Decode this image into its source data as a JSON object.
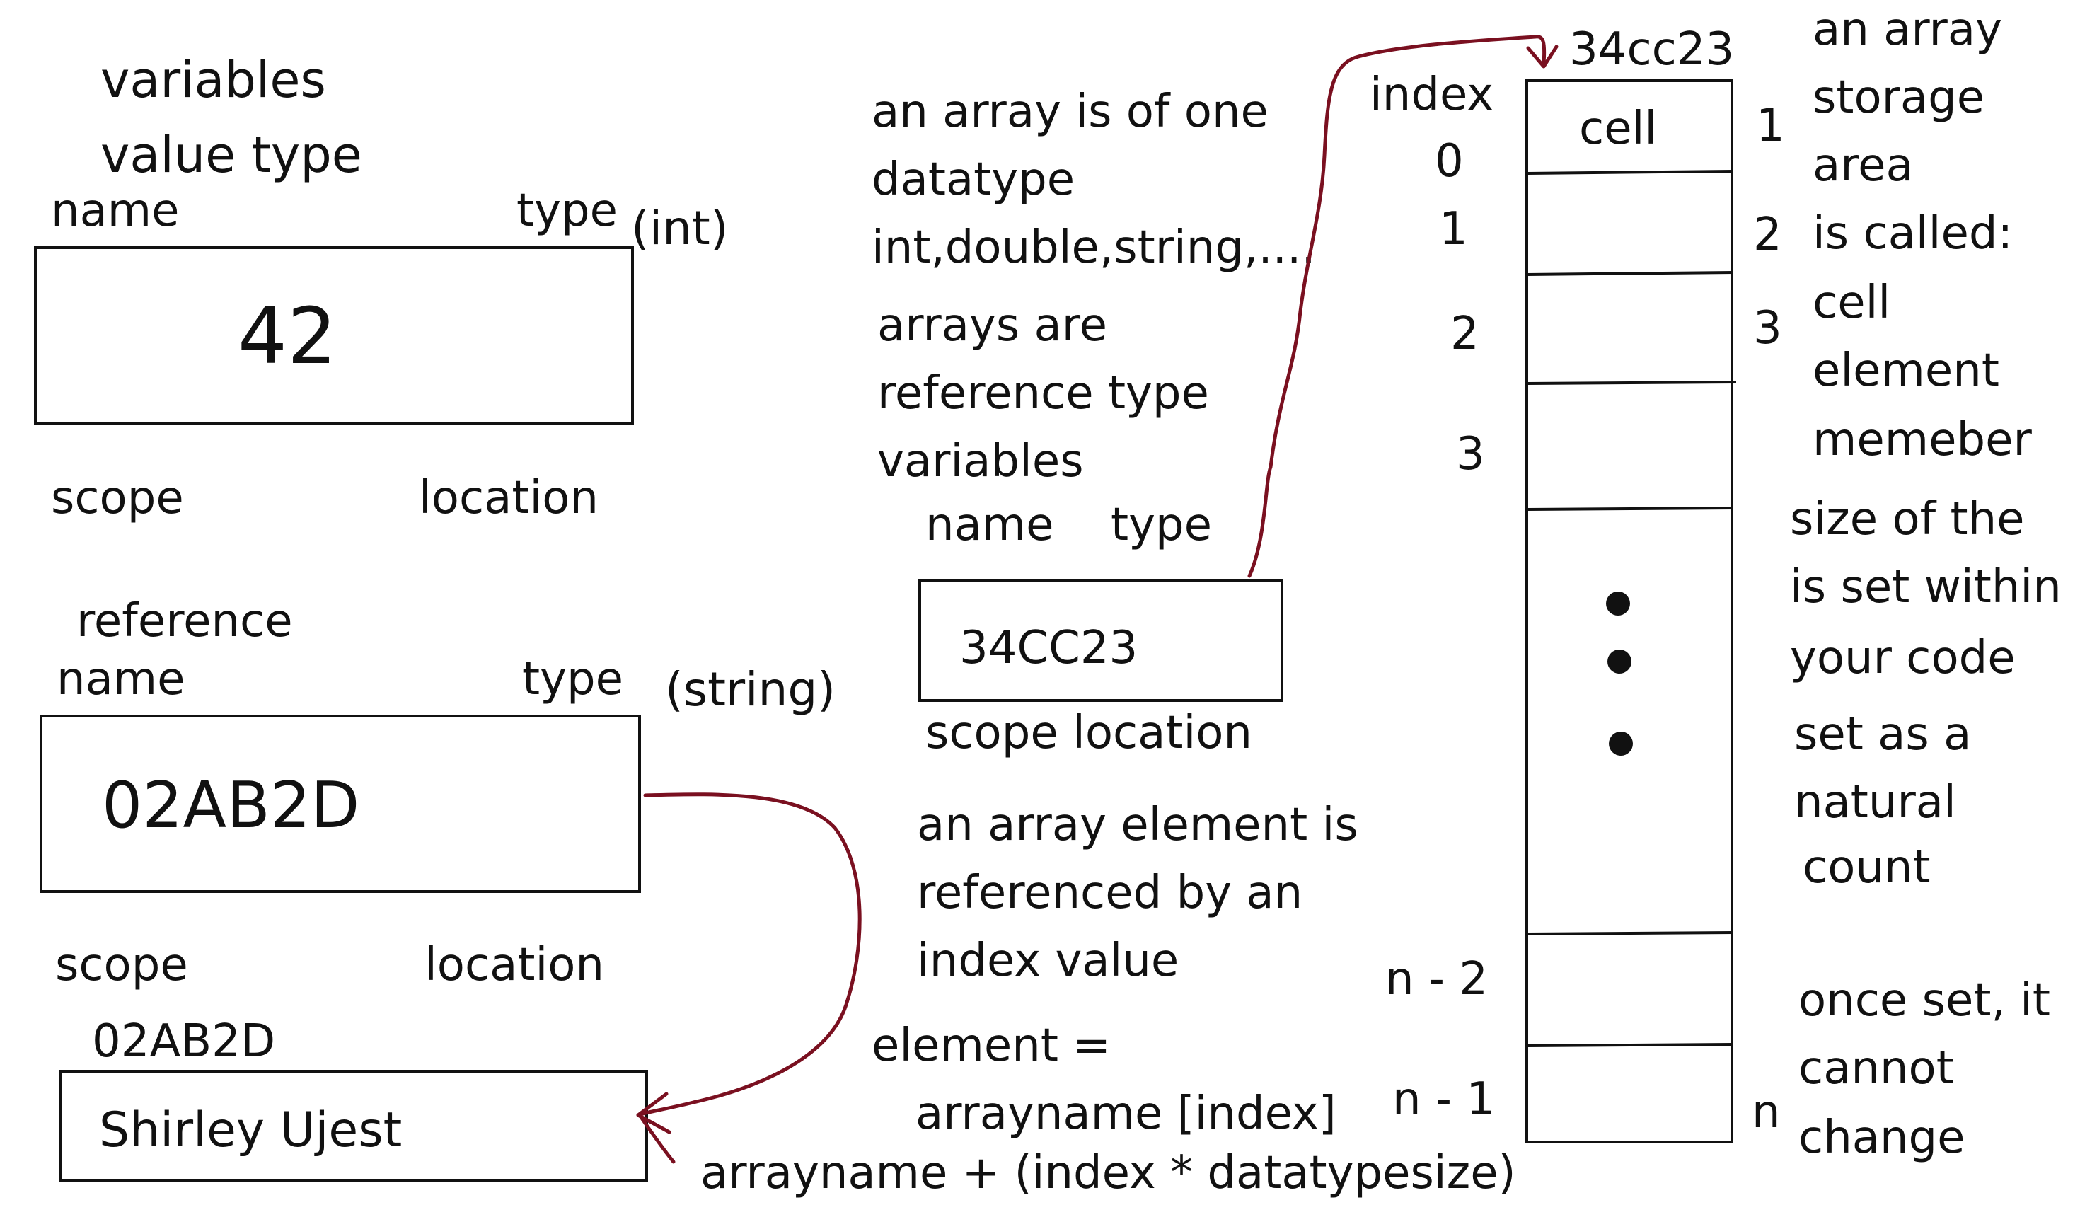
{
  "value_var": {
    "title_line1": "variables",
    "title_line2": "value type",
    "name_label": "name",
    "type_label": "type",
    "type_hint": "(int)",
    "value": "42",
    "scope_label": "scope",
    "location_label": "location"
  },
  "ref_var": {
    "title": "reference",
    "name_label": "name",
    "type_label": "type",
    "type_hint": "(string)",
    "value": "02AB2D",
    "scope_label": "scope",
    "location_label": "location",
    "heap_address": "02AB2D",
    "heap_value": "Shirley Ujest"
  },
  "array_notes": {
    "line1": "an array is of one",
    "line2": "datatype",
    "line3": "int,double,string,....",
    "line4": "arrays are",
    "line5": "reference type",
    "line6": "variables"
  },
  "array_var": {
    "name_label": "name",
    "type_label": "type",
    "value": "34CC23",
    "scope_location_label": "scope location"
  },
  "element_notes": {
    "line1": "an array element is",
    "line2": "referenced by an",
    "line3": "index value",
    "formula1": "element =",
    "formula2": "arrayname [index]",
    "formula3": "arrayname + (index * datatypesize)"
  },
  "array_storage": {
    "address": "34cc23",
    "index_header": "index",
    "cell_label": "cell",
    "indices": [
      "0",
      "1",
      "2",
      "3",
      "n - 2",
      "n - 1"
    ],
    "counts": [
      "1",
      "2",
      "3",
      "n"
    ]
  },
  "side_notes": {
    "storage_lines": [
      "an array",
      "storage",
      "area",
      "is called:",
      "cell",
      "element",
      "memeber"
    ],
    "size_lines": [
      "size of the",
      "is set within",
      "your code"
    ],
    "count_lines": [
      "set as a",
      "natural",
      "count"
    ],
    "change_lines": [
      "once set, it",
      "cannot",
      "change"
    ]
  },
  "colors": {
    "ink": "#111111",
    "arrow": "#7a1020"
  }
}
